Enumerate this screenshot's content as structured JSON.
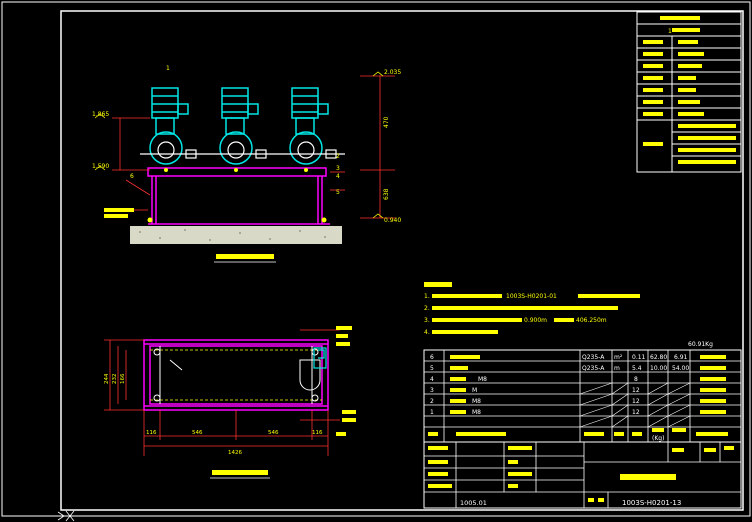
{
  "colors": {
    "background": "#000000",
    "frame": "#ffffff",
    "pump_motor": "#00e5e5",
    "base_frame": "#ff00ff",
    "dimension": "#ff3030",
    "text": "#ffff00",
    "table_text": "#ffffff",
    "concrete": "#d9d9c8"
  },
  "icons": [
    "pump-motor-icon",
    "flange-icon",
    "valve-icon"
  ],
  "dimensions_front": {
    "top_level": "2.035",
    "left_level_1": "1.865",
    "left_level_2": "1.590",
    "bottom_level": "0.940",
    "right_1": "470",
    "right_2": "638"
  },
  "dimensions_plan": {
    "bottom_left": "116",
    "bottom_mid_1": "546",
    "bottom_mid_2": "546",
    "bottom_right": "116",
    "bottom_total": "1426",
    "left_1": "244",
    "left_2": "232",
    "left_3": "166"
  },
  "notes": {
    "line1": "1.",
    "line2": "2.",
    "line3": "3.",
    "line3_value": "0.900m",
    "line3_value2": "406.250m",
    "line4": "4."
  },
  "bom_rows": [
    {
      "no": "6",
      "spec": "Q235-A",
      "unit": "m²",
      "qty": "0.11",
      "unit_w": "62.80",
      "total_w": "6.91"
    },
    {
      "no": "5",
      "spec": "Q235-A",
      "unit": "m",
      "qty": "5.4",
      "unit_w": "10.00",
      "total_w": "54.00"
    },
    {
      "no": "4",
      "name_suffix": "M8",
      "spec": "",
      "unit": "",
      "qty": "8",
      "unit_w": "",
      "total_w": ""
    },
    {
      "no": "3",
      "name_suffix": "M",
      "spec": "",
      "unit": "",
      "qty": "12",
      "unit_w": "",
      "total_w": ""
    },
    {
      "no": "2",
      "name_suffix": "M8",
      "spec": "",
      "unit": "",
      "qty": "12",
      "unit_w": "",
      "total_w": ""
    },
    {
      "no": "1",
      "name_suffix": "M8",
      "spec": "",
      "unit": "",
      "qty": "12",
      "unit_w": "",
      "total_w": ""
    }
  ],
  "bom_total": "60.91Kg",
  "bom_header_unit": "(Kg)",
  "drawing_number": "1003S-H0201-13",
  "drawing_number_alt": "1003S-H0201-01",
  "left_code": "1005.01",
  "spec_table_header_1": "1"
}
